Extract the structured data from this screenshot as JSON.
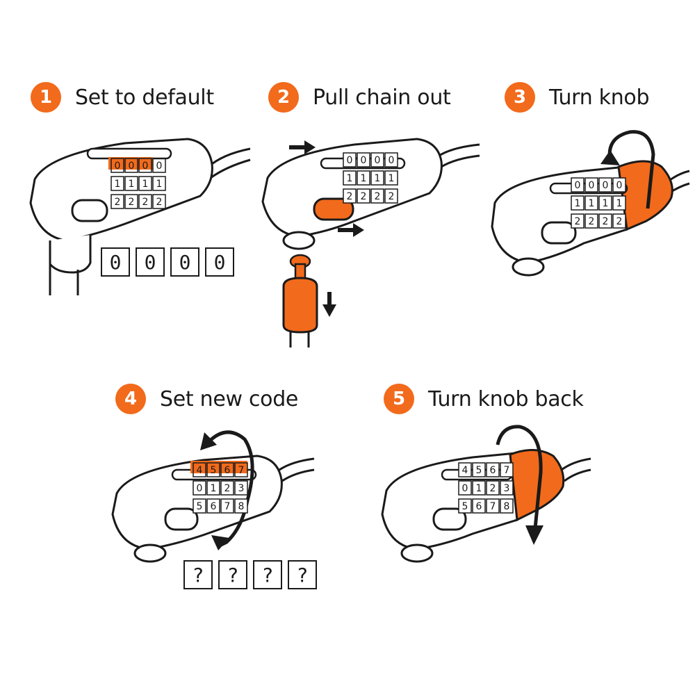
{
  "colors": {
    "accent": "#f26a1b",
    "outline": "#1a1a1a",
    "background": "#ffffff"
  },
  "steps": [
    {
      "number": "1",
      "title": "Set to default",
      "dial_rows": [
        [
          "0",
          "0",
          "0",
          "0"
        ],
        [
          "1",
          "1",
          "1",
          "1"
        ],
        [
          "2",
          "2",
          "2",
          "2"
        ]
      ],
      "code_boxes": [
        "0",
        "0",
        "0",
        "0"
      ]
    },
    {
      "number": "2",
      "title": "Pull chain out",
      "dial_rows": [
        [
          "0",
          "0",
          "0",
          "0"
        ],
        [
          "1",
          "1",
          "1",
          "1"
        ],
        [
          "2",
          "2",
          "2",
          "2"
        ]
      ]
    },
    {
      "number": "3",
      "title": "Turn knob",
      "dial_rows": [
        [
          "0",
          "0",
          "0",
          "0"
        ],
        [
          "1",
          "1",
          "1",
          "1"
        ],
        [
          "2",
          "2",
          "2",
          "2"
        ]
      ]
    },
    {
      "number": "4",
      "title": "Set new code",
      "dial_rows": [
        [
          "4",
          "5",
          "6",
          "7"
        ],
        [
          "0",
          "1",
          "2",
          "3"
        ],
        [
          "5",
          "6",
          "7",
          "8"
        ]
      ],
      "code_boxes": [
        "?",
        "?",
        "?",
        "?"
      ]
    },
    {
      "number": "5",
      "title": "Turn knob back",
      "dial_rows": [
        [
          "4",
          "5",
          "6",
          "7"
        ],
        [
          "0",
          "1",
          "2",
          "3"
        ],
        [
          "5",
          "6",
          "7",
          "8"
        ]
      ]
    }
  ]
}
